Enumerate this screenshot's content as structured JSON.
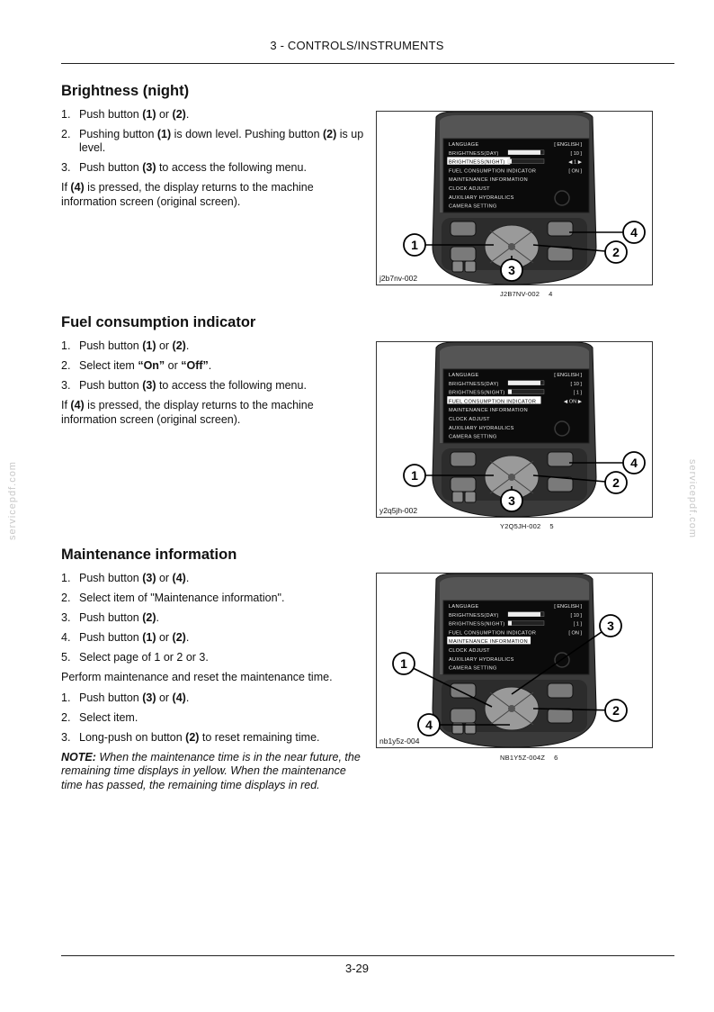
{
  "header": {
    "title": "3 - CONTROLS/INSTRUMENTS"
  },
  "footer": {
    "page_number": "3-29"
  },
  "watermark": "servicepdf.com",
  "sections": {
    "brightness": {
      "title": "Brightness (night)",
      "steps": [
        {
          "n": "1.",
          "parts": [
            [
              "t",
              "Push button "
            ],
            [
              "b",
              "(1)"
            ],
            [
              "t",
              " or "
            ],
            [
              "b",
              "(2)"
            ],
            [
              "t",
              "."
            ]
          ]
        },
        {
          "n": "2.",
          "parts": [
            [
              "t",
              "Pushing button "
            ],
            [
              "b",
              "(1)"
            ],
            [
              "t",
              " is down level.  Pushing button "
            ],
            [
              "b",
              "(2)"
            ],
            [
              "t",
              " is up level."
            ]
          ]
        },
        {
          "n": "3.",
          "parts": [
            [
              "t",
              "Push button "
            ],
            [
              "b",
              "(3)"
            ],
            [
              "t",
              " to access the following menu."
            ]
          ]
        }
      ],
      "para": [
        [
          "t",
          "If "
        ],
        [
          "b",
          "(4)"
        ],
        [
          "t",
          " is pressed, the display returns to the machine information screen (original screen)."
        ]
      ]
    },
    "fuel": {
      "title": "Fuel consumption indicator",
      "steps": [
        {
          "n": "1.",
          "parts": [
            [
              "t",
              "Push button "
            ],
            [
              "b",
              "(1)"
            ],
            [
              "t",
              " or "
            ],
            [
              "b",
              "(2)"
            ],
            [
              "t",
              "."
            ]
          ]
        },
        {
          "n": "2.",
          "parts": [
            [
              "t",
              "Select item "
            ],
            [
              "b",
              "“On”"
            ],
            [
              "t",
              " or "
            ],
            [
              "b",
              "“Off”"
            ],
            [
              "t",
              "."
            ]
          ]
        },
        {
          "n": "3.",
          "parts": [
            [
              "t",
              "Push button "
            ],
            [
              "b",
              "(3)"
            ],
            [
              "t",
              " to access the following menu."
            ]
          ]
        }
      ],
      "para": [
        [
          "t",
          "If "
        ],
        [
          "b",
          "(4)"
        ],
        [
          "t",
          " is pressed, the display returns to the machine information screen (original screen)."
        ]
      ]
    },
    "maintenance": {
      "title": "Maintenance information",
      "steps": [
        {
          "n": "1.",
          "parts": [
            [
              "t",
              "Push button "
            ],
            [
              "b",
              "(3)"
            ],
            [
              "t",
              " or "
            ],
            [
              "b",
              "(4)"
            ],
            [
              "t",
              "."
            ]
          ]
        },
        {
          "n": "2.",
          "parts": [
            [
              "t",
              "Select item of \"Maintenance information\"."
            ]
          ]
        },
        {
          "n": "3.",
          "parts": [
            [
              "t",
              "Push button "
            ],
            [
              "b",
              "(2)"
            ],
            [
              "t",
              "."
            ]
          ]
        },
        {
          "n": "4.",
          "parts": [
            [
              "t",
              "Push button "
            ],
            [
              "b",
              "(1)"
            ],
            [
              "t",
              " or "
            ],
            [
              "b",
              "(2)"
            ],
            [
              "t",
              "."
            ]
          ]
        },
        {
          "n": "5.",
          "parts": [
            [
              "t",
              "Select page of 1 or 2 or 3."
            ]
          ]
        }
      ],
      "para": [
        [
          "t",
          "Perform maintenance and reset the maintenance time."
        ]
      ],
      "steps2": [
        {
          "n": "1.",
          "parts": [
            [
              "t",
              "Push button "
            ],
            [
              "b",
              "(3)"
            ],
            [
              "t",
              " or "
            ],
            [
              "b",
              "(4)"
            ],
            [
              "t",
              "."
            ]
          ]
        },
        {
          "n": "2.",
          "parts": [
            [
              "t",
              "Select item."
            ]
          ]
        },
        {
          "n": "3.",
          "parts": [
            [
              "t",
              "Long-push on button "
            ],
            [
              "b",
              "(2)"
            ],
            [
              "t",
              " to reset remaining time."
            ]
          ]
        }
      ],
      "note": [
        [
          "b",
          "NOTE:"
        ],
        [
          "t",
          " When the maintenance time is in the near future, the remaining time displays in yellow.  When the maintenance time has passed, the remaining time displays in red."
        ]
      ]
    }
  },
  "figures": [
    {
      "code": "j2b7nv-002",
      "caption": "J2B7NV-002",
      "number": "4",
      "highlight_row": 2,
      "menu": [
        {
          "label": "LANGUAGE",
          "value": "[  ENGLISH  ]"
        },
        {
          "label": "BRIGHTNESS(DAY)",
          "value": "[  10  ]"
        },
        {
          "label": "BRIGHTNESS(NIGHT)",
          "value": "◀  1  ▶"
        },
        {
          "label": "FUEL CONSUMPTION INDICATOR",
          "value": "[  ON  ]"
        },
        {
          "label": "MAINTENANCE INFORMATION",
          "value": ""
        },
        {
          "label": "CLOCK ADJUST",
          "value": ""
        },
        {
          "label": "AUXILIARY HYDRAULICS",
          "value": ""
        },
        {
          "label": "CAMERA SETTING",
          "value": ""
        }
      ],
      "callouts": [
        "1",
        "2",
        "3",
        "4"
      ]
    },
    {
      "code": "y2q5jh-002",
      "caption": "Y2Q5JH-002",
      "number": "5",
      "highlight_row": 3,
      "menu": [
        {
          "label": "LANGUAGE",
          "value": "[  ENGLISH  ]"
        },
        {
          "label": "BRIGHTNESS(DAY)",
          "value": "[  10  ]"
        },
        {
          "label": "BRIGHTNESS(NIGHT)",
          "value": "[  1  ]"
        },
        {
          "label": "FUEL CONSUMPTION INDICATOR",
          "value": "◀  ON  ▶"
        },
        {
          "label": "MAINTENANCE INFORMATION",
          "value": ""
        },
        {
          "label": "CLOCK ADJUST",
          "value": ""
        },
        {
          "label": "AUXILIARY HYDRAULICS",
          "value": ""
        },
        {
          "label": "CAMERA SETTING",
          "value": ""
        }
      ],
      "callouts": [
        "1",
        "2",
        "3",
        "4"
      ]
    },
    {
      "code": "nb1y5z-004",
      "caption": "NB1Y5Z-004Z",
      "number": "6",
      "highlight_row": 4,
      "menu": [
        {
          "label": "LANGUAGE",
          "value": "[  ENGLISH  ]"
        },
        {
          "label": "BRIGHTNESS(DAY)",
          "value": "[  10  ]"
        },
        {
          "label": "BRIGHTNESS(NIGHT)",
          "value": "[  1  ]"
        },
        {
          "label": "FUEL CONSUMPTION INDICATOR",
          "value": "[  ON  ]"
        },
        {
          "label": "MAINTENANCE INFORMATION",
          "value": ""
        },
        {
          "label": "CLOCK ADJUST",
          "value": ""
        },
        {
          "label": "AUXILIARY HYDRAULICS",
          "value": ""
        },
        {
          "label": "CAMERA SETTING",
          "value": ""
        }
      ],
      "callouts": [
        "1",
        "2",
        "3",
        "4"
      ]
    }
  ]
}
